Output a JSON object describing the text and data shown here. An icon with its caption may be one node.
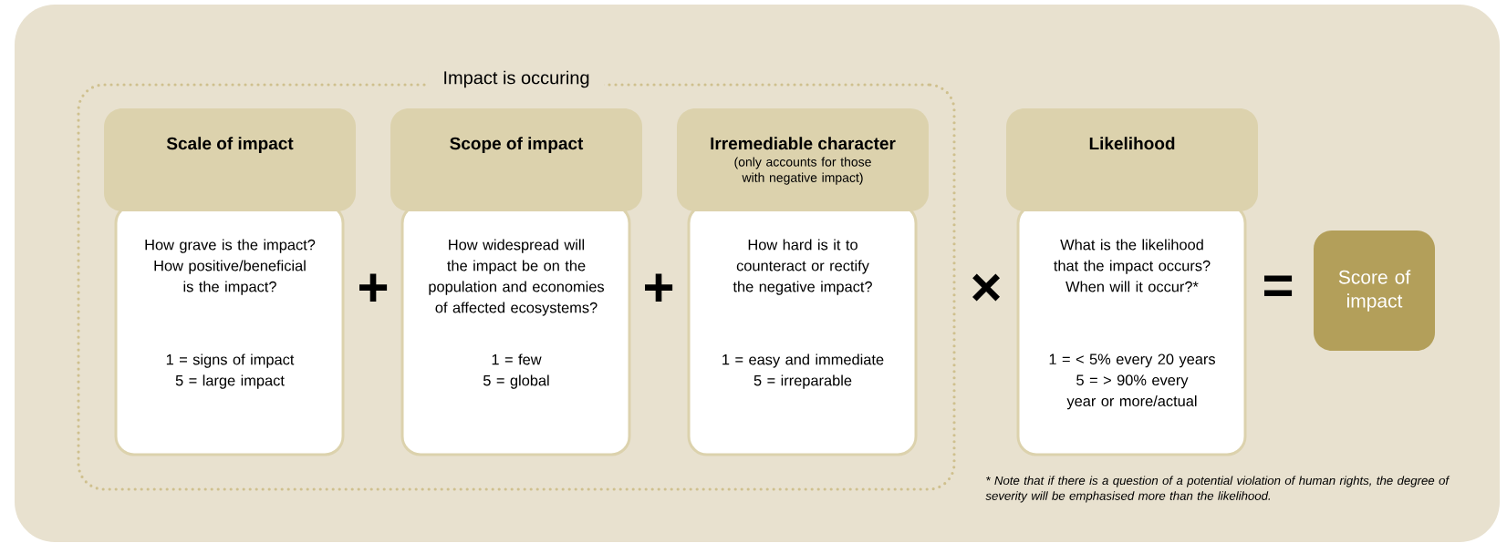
{
  "diagram": {
    "nodes": [
      {
        "text": [
          "Impact is occuring"
        ]
      },
      {
        "text": [
          "Scale of impact",
          "How grave is the impact? How positive/beneficial is the impact?",
          "1 = signs of impact",
          "5 = large impact"
        ],
        "in": 0
      },
      {
        "text": [
          "Scope of impact",
          "How widespread will the impact be on the population and economies of affected ecosystems?",
          "1 = few",
          "5 = global"
        ],
        "in": 0
      },
      {
        "text": [
          "Irremediable character",
          "(only accounts for those with negative impact)",
          "How hard is it to counteract or rectify the negative impact?",
          "1 = easy and immediate",
          "5 = irreparable"
        ],
        "in": 0
      },
      {
        "text": [
          "Likelihood",
          "What is the likelihood that the impact occurs? When will it occur?*",
          "1 = < 5% every 20 years",
          "5 = > 90% every year or more/actual"
        ]
      },
      {
        "text": [
          "Score of impact"
        ]
      }
    ],
    "labels": [
      "+",
      "+",
      "×",
      "=",
      "* Note that if there is a question of a potential violation of human rights, the degree of severity will be emphasised more than the likelihood."
    ]
  }
}
